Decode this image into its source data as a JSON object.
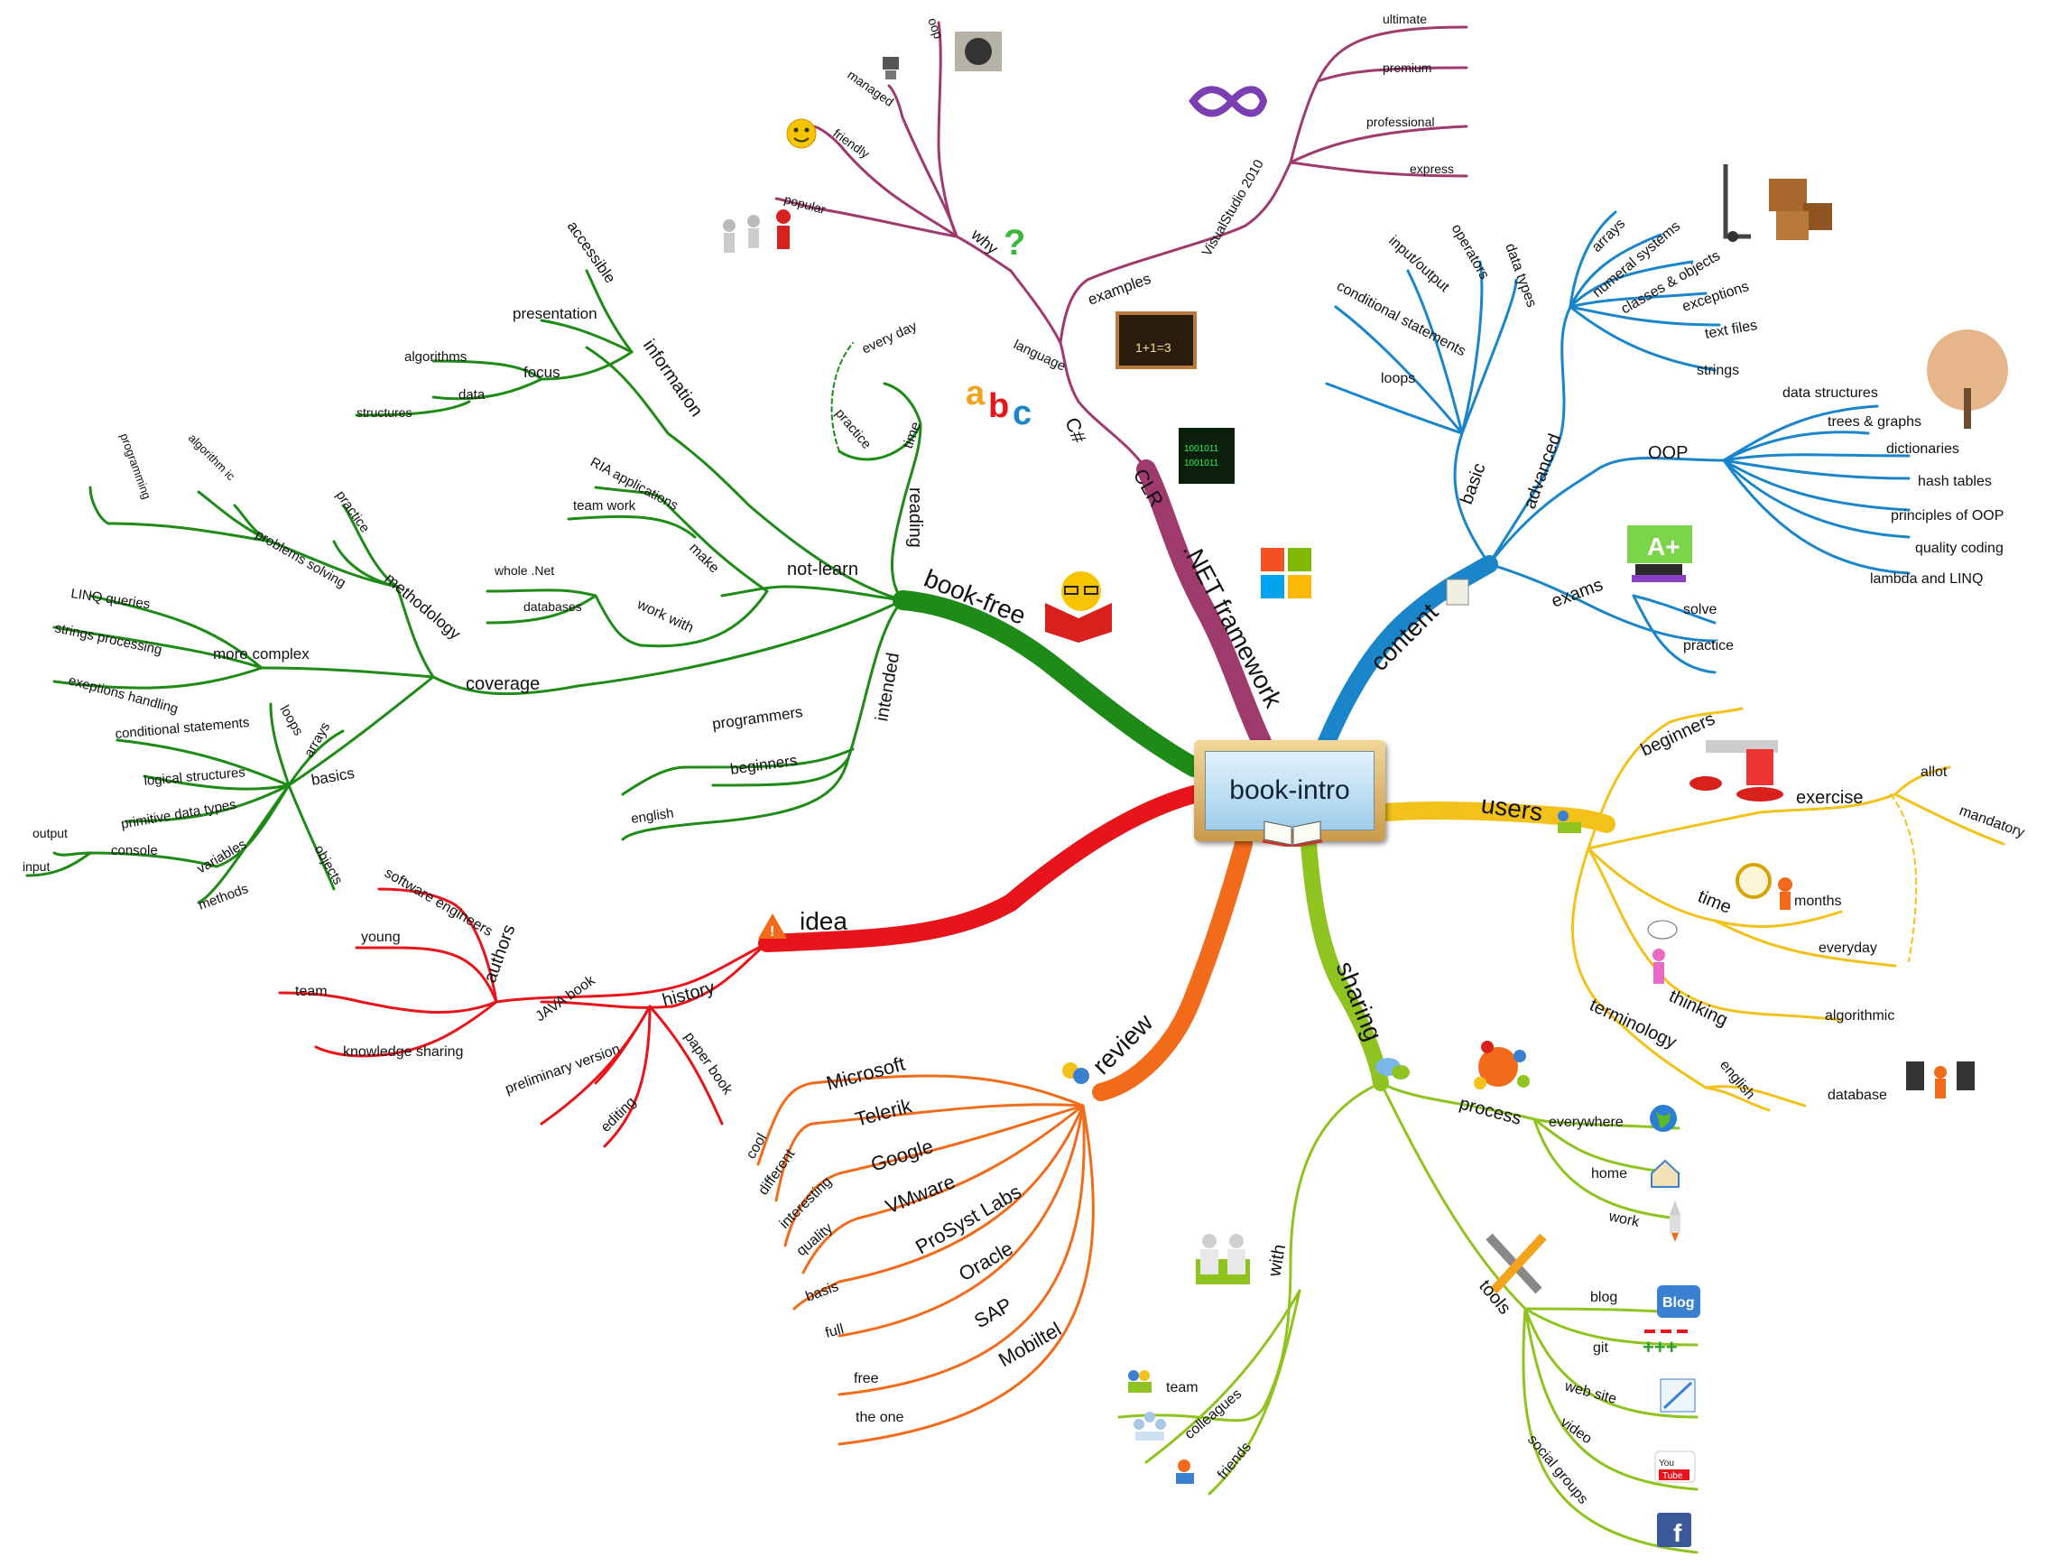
{
  "central": "book-intro",
  "colors": {
    "net": "#9e3a6e",
    "content": "#1a85c9",
    "users": "#f2c21b",
    "sharing": "#8fc31f",
    "review": "#f26b1a",
    "idea": "#e8141c",
    "book_free": "#1e8a17"
  },
  "net_framework": {
    "label": ".NET framework",
    "clr": "CLR",
    "csharp": "C#",
    "language": "language",
    "examples": "examples",
    "visual_studio": "VisualStudio 2010",
    "editions": [
      "ultimate",
      "premium",
      "professional",
      "express"
    ],
    "why": "why",
    "why_items": [
      "oop",
      "managed",
      "friendly",
      "popular"
    ]
  },
  "content": {
    "label": "content",
    "basic": "basic",
    "basic_items": [
      "data types",
      "operators",
      "input/output",
      "conditional statements",
      "loops"
    ],
    "advanced": "advanced",
    "advanced_items": [
      "arrays",
      "numeral systems",
      "classes & objects",
      "exceptions",
      "text files",
      "strings"
    ],
    "oop": "OOP",
    "oop_items": [
      "data structures",
      "trees & graphs",
      "dictionaries",
      "hash tables",
      "principles of OOP",
      "quality coding",
      "lambda and LINQ"
    ],
    "exams": "exams",
    "exams_items": [
      "solve",
      "practice"
    ]
  },
  "users": {
    "label": "users",
    "beginners": "beginners",
    "exercise": "exercise",
    "exercise_items": [
      "allot",
      "mandatory"
    ],
    "time": "time",
    "time_items": [
      "months",
      "everyday"
    ],
    "thinking": "thinking",
    "thinking_items": [
      "algorithmic"
    ],
    "terminology": "terminology",
    "terminology_items": [
      "english",
      "database"
    ]
  },
  "sharing": {
    "label": "sharing",
    "process": "process",
    "process_items": [
      "everywhere",
      "home",
      "work"
    ],
    "tools": "tools",
    "tools_items": [
      "blog",
      "git",
      "web site",
      "video",
      "social groups"
    ],
    "with": "with",
    "with_items": [
      "team",
      "colleagues",
      "friends"
    ]
  },
  "review": {
    "label": "review",
    "reviewers": [
      "Microsoft",
      "Telerik",
      "Google",
      "VMware",
      "ProSyst Labs",
      "Oracle",
      "SAP",
      "Mobiltel"
    ],
    "qualities": [
      "cool",
      "different",
      "interesting",
      "quality",
      "basis",
      "full",
      "free",
      "the one"
    ]
  },
  "idea": {
    "label": "idea",
    "authors": "authors",
    "authors_items": [
      "software engineers",
      "young",
      "team",
      "knowledge sharing"
    ],
    "history": "history",
    "history_items": [
      "JAVA book",
      "preliminary version",
      "editing",
      "paper book"
    ]
  },
  "book_free": {
    "label": "book-free",
    "reading": "reading",
    "time": "time",
    "time_items": [
      "every day",
      "practice"
    ],
    "not_learn": "not-learn",
    "make": "make",
    "make_items": [
      "RIA applications",
      "team work"
    ],
    "work_with": "work with",
    "work_with_items": [
      "whole .Net",
      "databases"
    ],
    "intended": "intended",
    "intended_items": [
      "programmers",
      "beginners",
      "english"
    ],
    "information": "information",
    "accessible": "accessible",
    "presentation": "presentation",
    "focus": "focus",
    "algorithms": "algorithms",
    "data": "data",
    "structures": "structures",
    "coverage": "coverage",
    "methodology": "methodology",
    "practice": "practice",
    "problems_solving": "problems solving",
    "programming": "programming",
    "algorithmic": "algorithm  ic",
    "more_complex": "more complex",
    "more_complex_items": [
      "LINQ queries",
      "strings processing",
      "exeptions handling"
    ],
    "basics": "basics",
    "basics_items": [
      "loops",
      "arrays",
      "conditional statements",
      "logical structures",
      "primitive data types",
      "variables",
      "methods",
      "objects"
    ],
    "console": "console",
    "console_items": [
      "output",
      "input"
    ]
  },
  "icons": {
    "blog": "Blog",
    "git": "+++",
    "video": "You Tube",
    "social": "f",
    "matrix": "1001011"
  }
}
